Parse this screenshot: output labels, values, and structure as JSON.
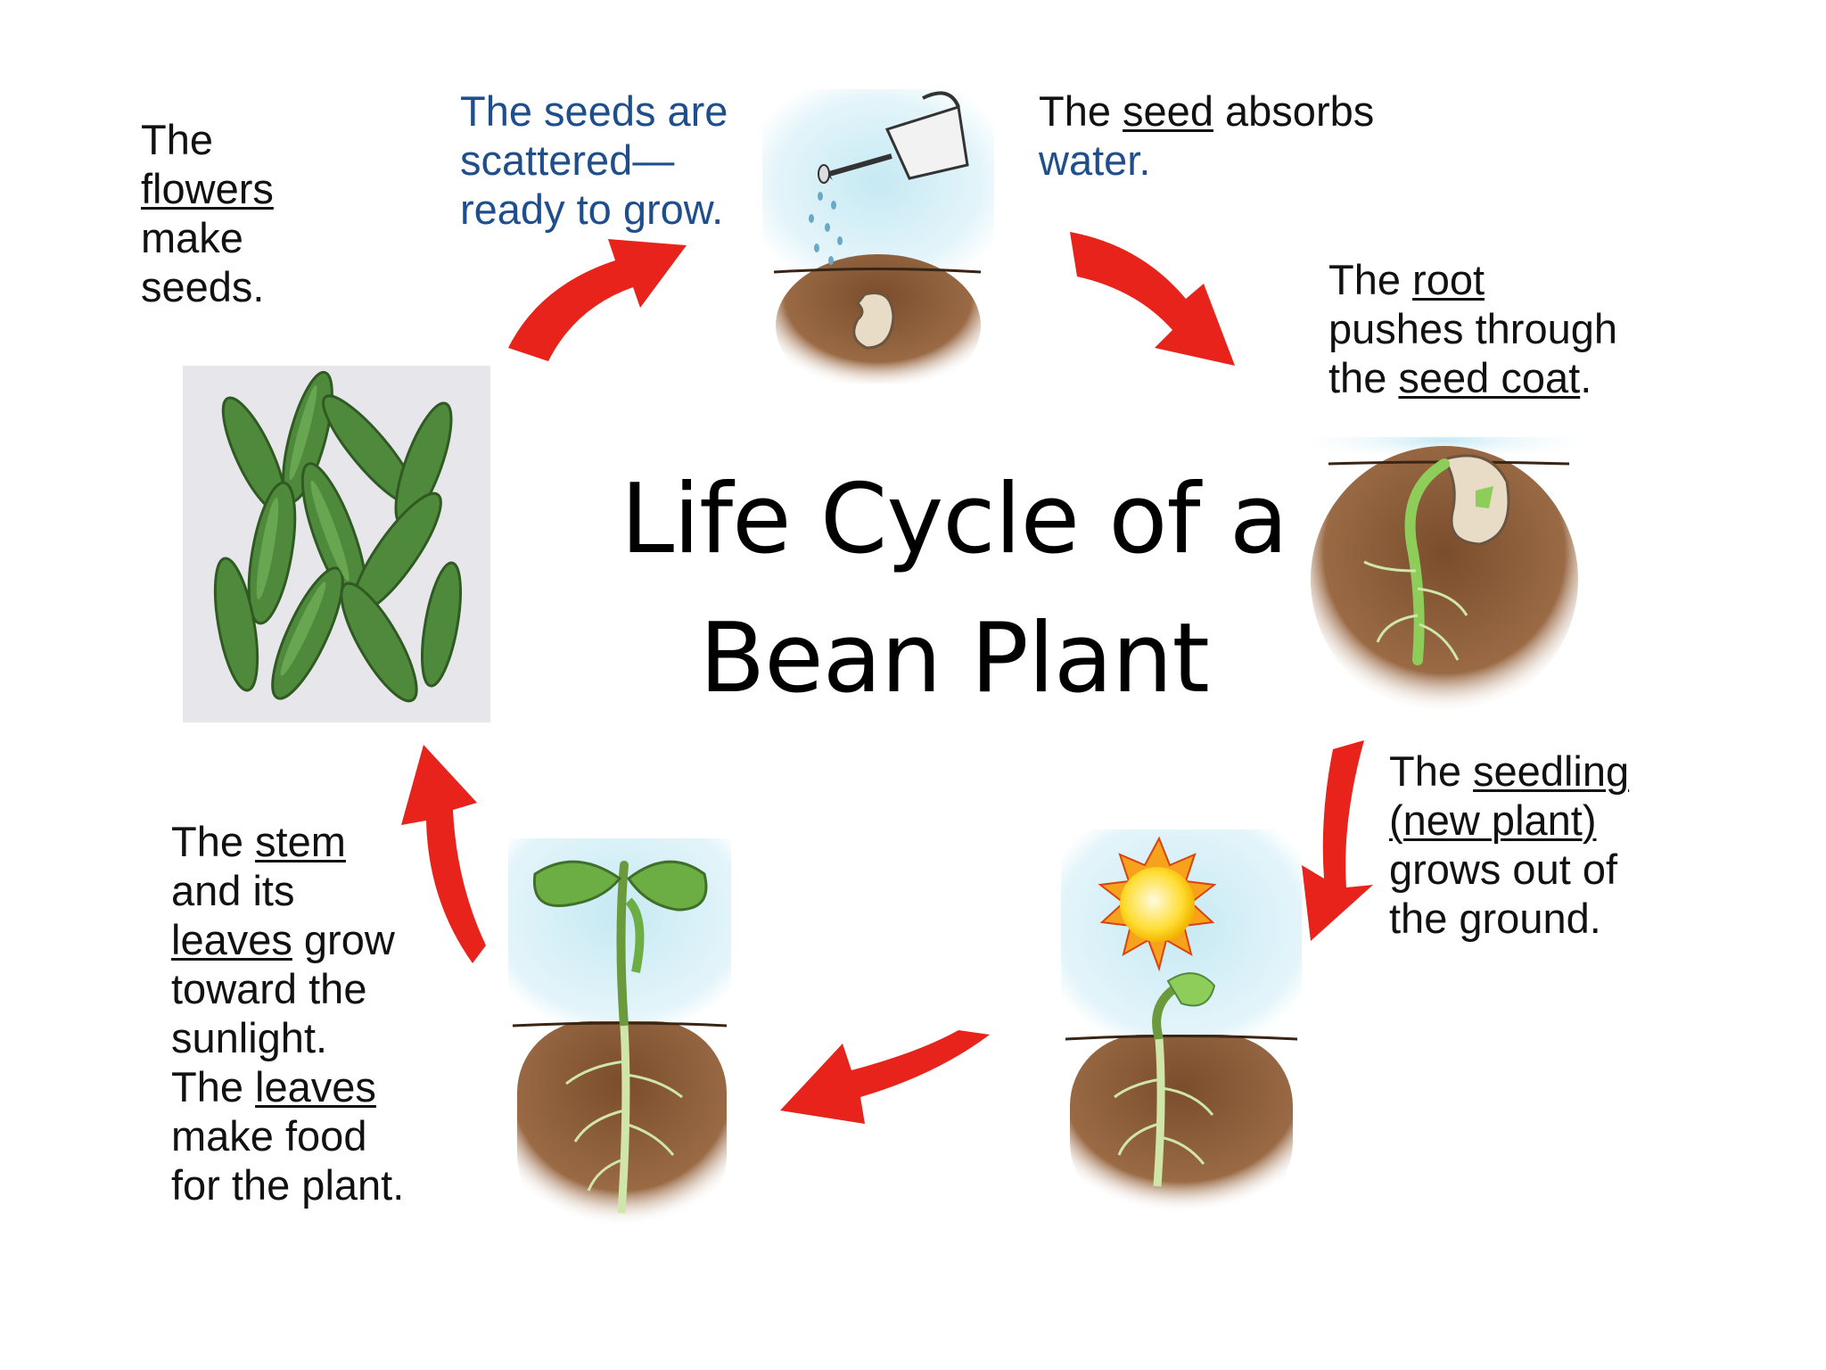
{
  "title": {
    "line1": "Life Cycle of a",
    "line2": "Bean Plant"
  },
  "stages": {
    "flowers": {
      "w1": "The",
      "w2": "flowers",
      "w3": "make",
      "w4": "seeds."
    },
    "scattered": {
      "l1": "The seeds are",
      "l2": "scattered—",
      "l3": "ready to grow."
    },
    "absorbs": {
      "w1": "The ",
      "w2": "seed",
      "w3": " absorbs",
      "l2": "water."
    },
    "root": {
      "w1": "The ",
      "w2": "root",
      "l2": "pushes through",
      "w3": "the ",
      "w4": "seed coat",
      "w5": "."
    },
    "seedling": {
      "w1": "The ",
      "w2": "seedling",
      "l2": "(new plant)",
      "l3": "grows out of",
      "l4": "the ground."
    },
    "stem": {
      "w1": "The ",
      "w2": "stem",
      "l2": "and its",
      "w3": "leaves",
      "w4": " grow",
      "l4": "toward the",
      "l5": "sunlight.",
      "w5": "The ",
      "w6": "leaves",
      "l7": "make food",
      "l8": "for the plant."
    }
  },
  "colors": {
    "arrow": "#e8231b",
    "soil": "#8b5a34",
    "sky": "#c6e9f3",
    "sprout": "#8fcd5a",
    "pod": "#4f8a3c",
    "text_blue": "#1f4e8c"
  }
}
